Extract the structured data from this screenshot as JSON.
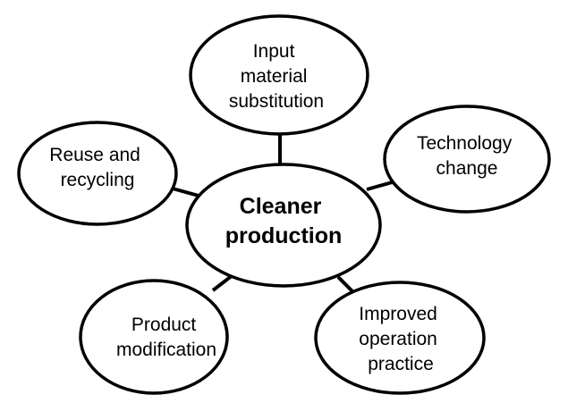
{
  "center": {
    "lines": [
      "Cleaner",
      "production"
    ]
  },
  "nodes": [
    {
      "id": "input-material-substitution",
      "lines": [
        "Input",
        "material",
        "substitution"
      ]
    },
    {
      "id": "technology-change",
      "lines": [
        "Technology",
        "change"
      ]
    },
    {
      "id": "improved-operation-practice",
      "lines": [
        "Improved",
        "operation",
        "practice"
      ]
    },
    {
      "id": "product-modification",
      "lines": [
        "Product",
        "modification"
      ]
    },
    {
      "id": "reuse-and-recycling",
      "lines": [
        "Reuse and",
        "recycling"
      ]
    }
  ]
}
